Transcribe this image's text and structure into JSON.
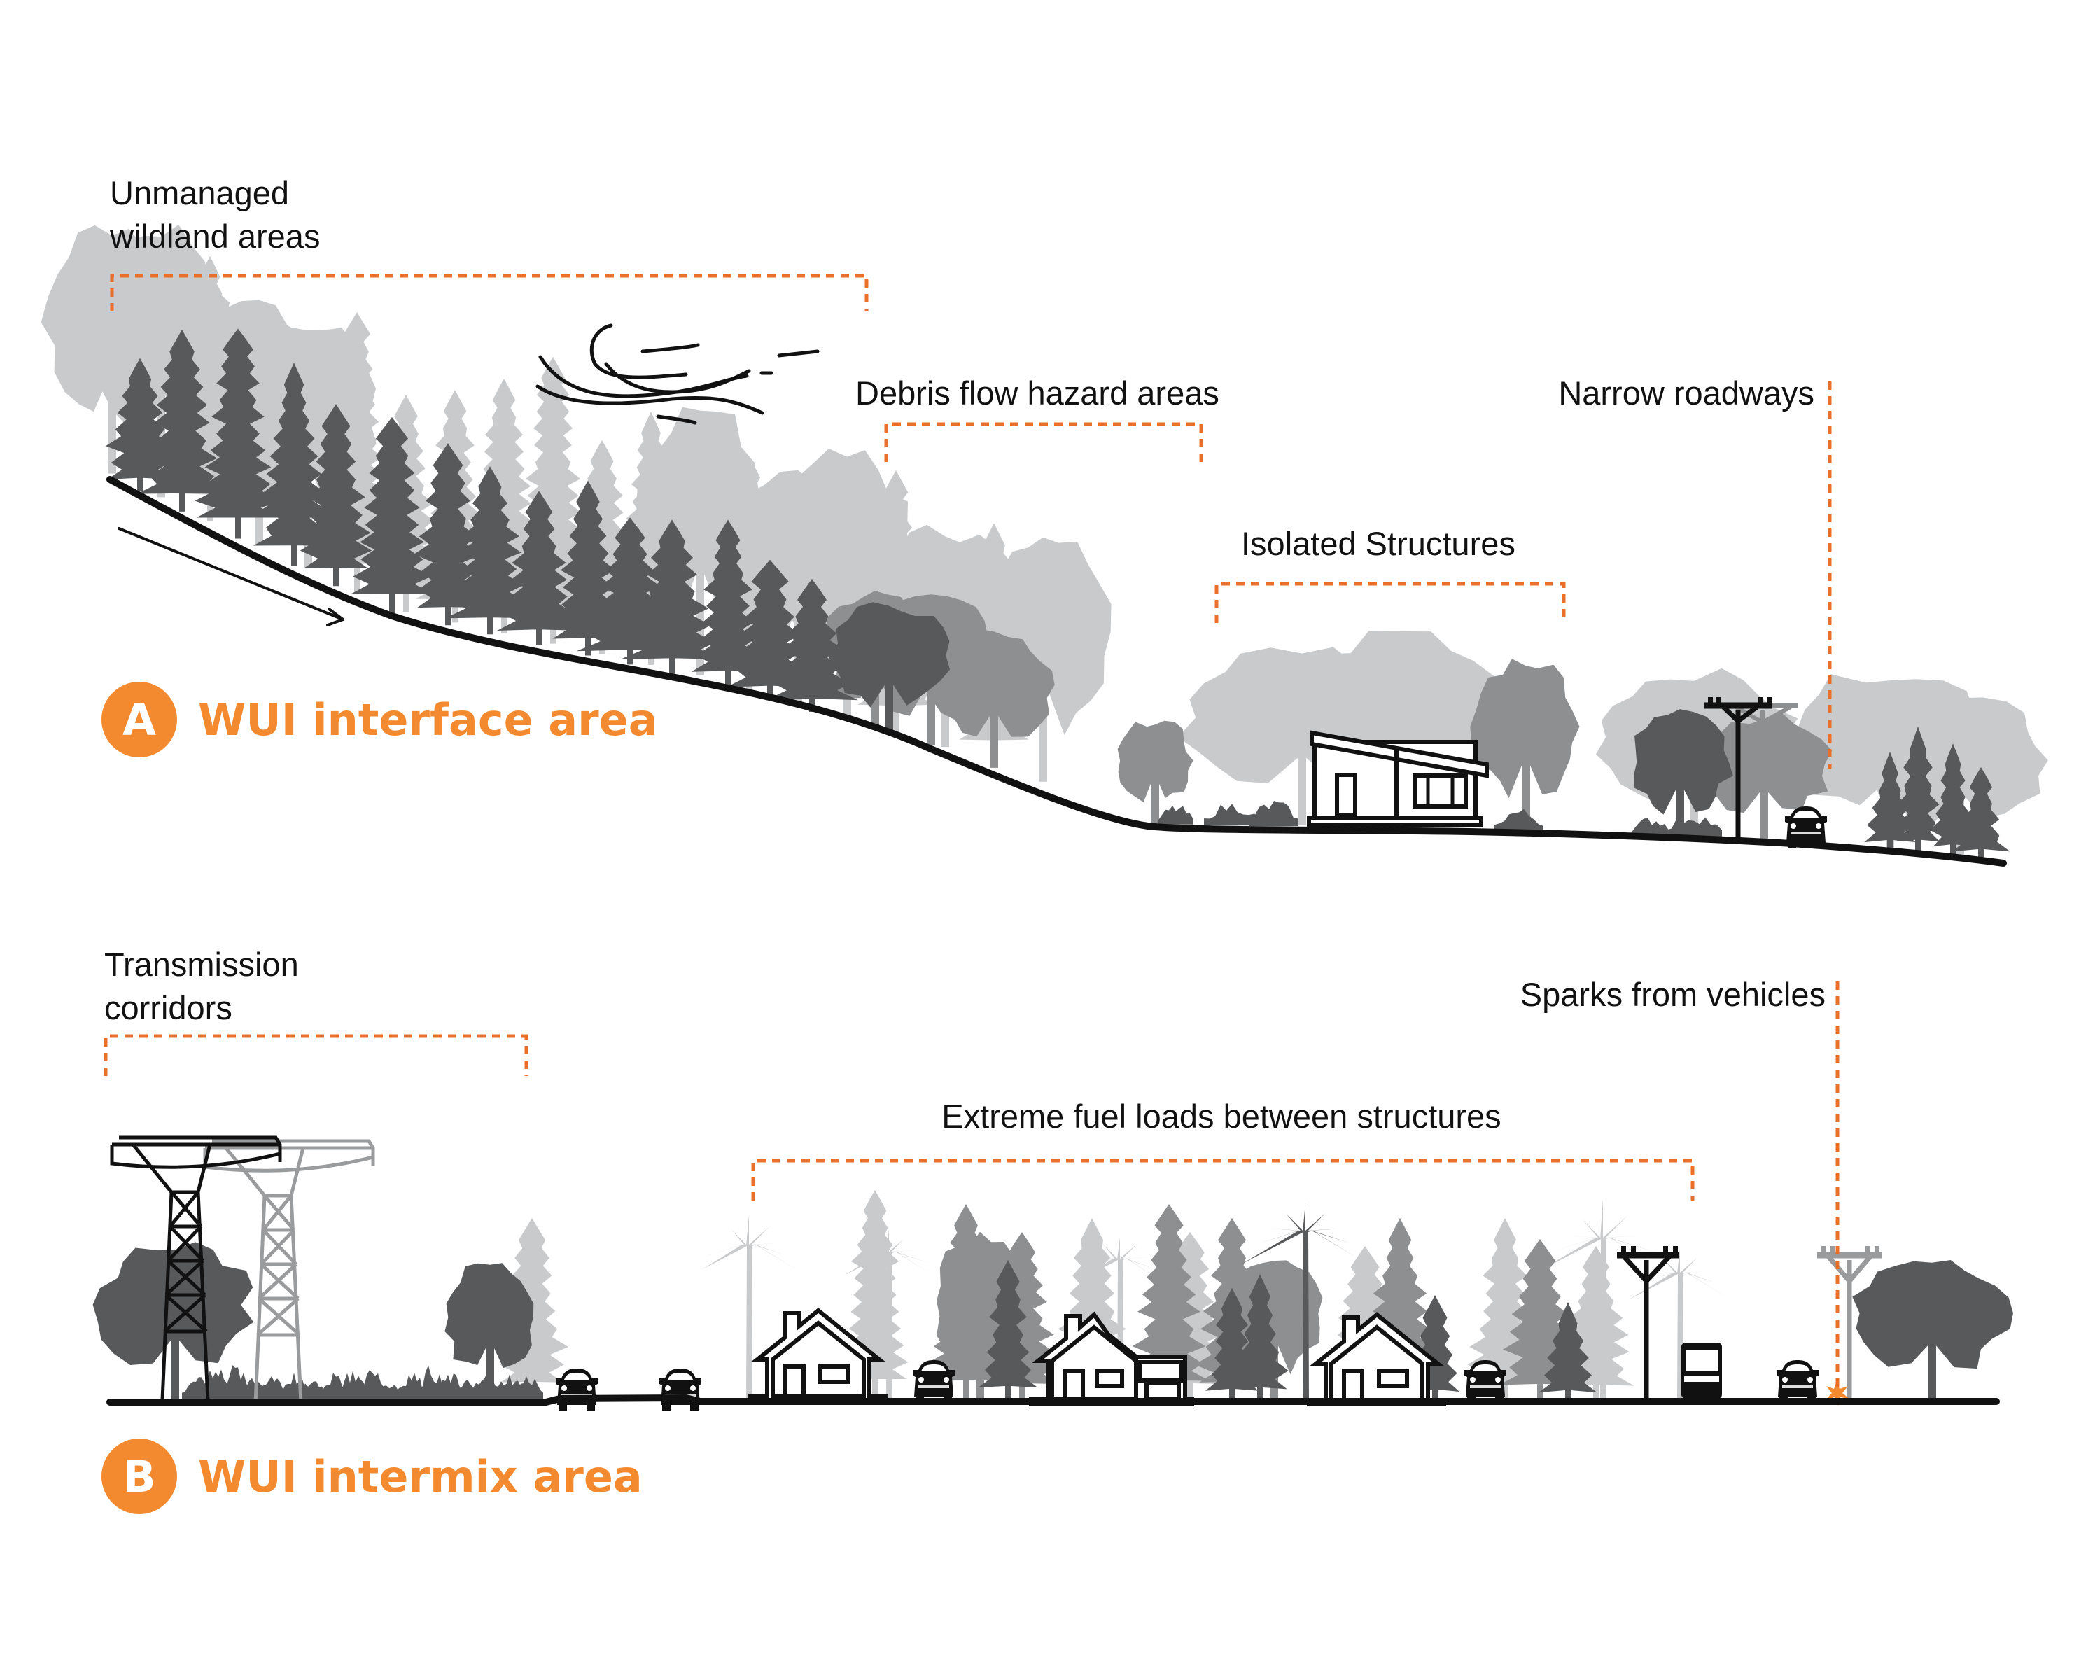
{
  "colors": {
    "accent": "#F38A2F",
    "bracket": "#E8702A",
    "ink": "#111111",
    "tree_dark": "#58595B",
    "tree_mid": "#8E8F91",
    "tree_light": "#C9CACC",
    "spark": "#F38A2F"
  },
  "section_a": {
    "badge": "A",
    "title": "WUI interface area",
    "labels": {
      "unmanaged_line1": "Unmanaged",
      "unmanaged_line2": "wildland areas",
      "debris_flow": "Debris flow hazard areas",
      "narrow_roadways": "Narrow roadways",
      "isolated_structures": "Isolated Structures"
    },
    "icons": [
      "wind-icon",
      "slope-arrow-icon",
      "cabin-icon",
      "utility-pole-icon",
      "car-icon",
      "tree-icon"
    ]
  },
  "section_b": {
    "badge": "B",
    "title": "WUI intermix area",
    "labels": {
      "transmission_line1": "Transmission",
      "transmission_line2": "corridors",
      "sparks": "Sparks from vehicles",
      "fuel_loads": "Extreme fuel loads between structures"
    },
    "icons": [
      "transmission-tower-icon",
      "house-icon",
      "car-icon",
      "truck-icon",
      "utility-pole-icon",
      "spark-icon",
      "palm-tree-icon",
      "tree-icon"
    ]
  }
}
